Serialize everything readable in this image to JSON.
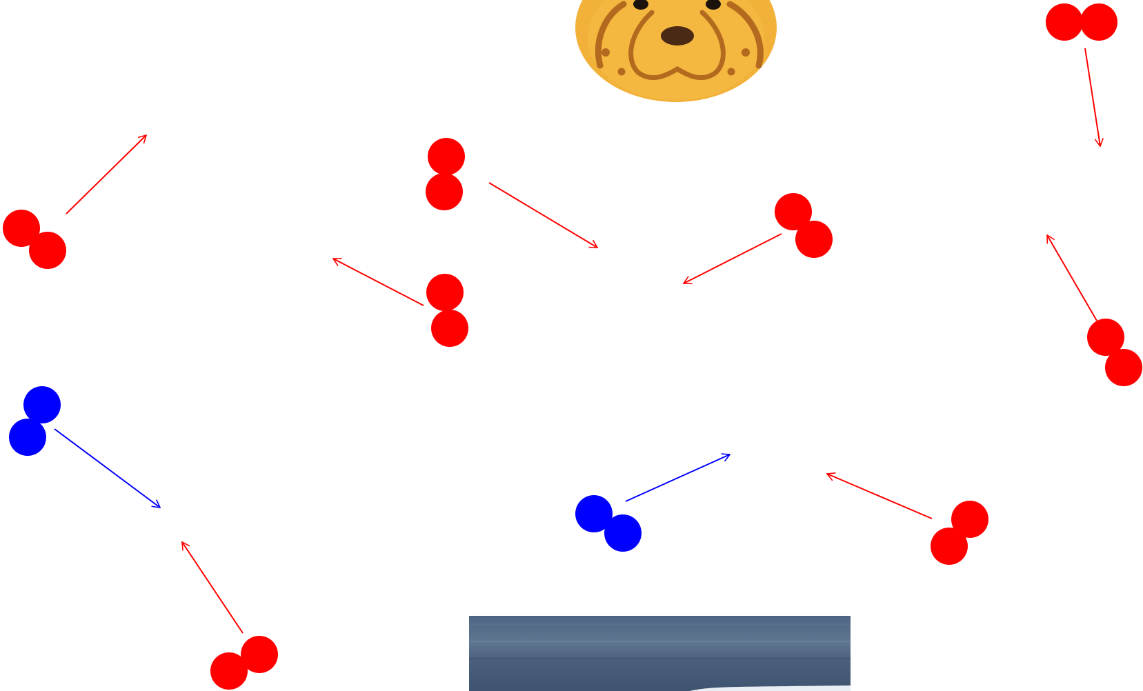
{
  "scene": {
    "background": "#ffffff",
    "colors": {
      "red_molecule": "#ff0000",
      "blue_molecule": "#0000ff",
      "dog_face": "#f2b23a",
      "dog_markings": "#b36a1e",
      "dog_nose": "#4a2a14",
      "panel_dark": "#4a5f7c",
      "panel_light": "#6a8094"
    },
    "items": [
      {
        "icon": "dog-face-icon"
      },
      {
        "icon": "dark-blue-panel-icon"
      }
    ],
    "molecules": [
      {
        "color": "red",
        "direction": "up-right"
      },
      {
        "color": "red",
        "direction": "down-right"
      },
      {
        "color": "red",
        "direction": "up-left"
      },
      {
        "color": "red",
        "direction": "down-left"
      },
      {
        "color": "red",
        "direction": "down"
      },
      {
        "color": "red",
        "direction": "up-left"
      },
      {
        "color": "blue",
        "direction": "down-right"
      },
      {
        "color": "red",
        "direction": "up-left"
      },
      {
        "color": "blue",
        "direction": "up-right"
      },
      {
        "color": "red",
        "direction": "up-left"
      }
    ]
  }
}
